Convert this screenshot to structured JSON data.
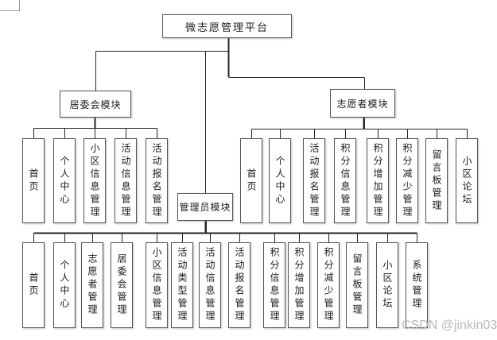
{
  "diagram": {
    "root": {
      "label": "微志愿管理平台"
    },
    "modules": [
      {
        "label": "居委会模块",
        "children": [
          "首页",
          "个人中心",
          "小区信息管理",
          "活动信息管理",
          "活动报名管理"
        ]
      },
      {
        "label": "志愿者模块",
        "children": [
          "首页",
          "个人中心",
          "活动报名管理",
          "积分信息管理",
          "积分增加管理",
          "积分减少管理",
          "留言板管理",
          "小区论坛"
        ]
      },
      {
        "label": "管理员模块",
        "children": [
          "首页",
          "个人中心",
          "志愿者管理",
          "居委会管理",
          "小区信息管理",
          "活动类型管理",
          "活动信息管理",
          "活动报名管理",
          "积分信息管理",
          "积分增加管理",
          "积分减少管理",
          "留言板管理",
          "小区论坛",
          "系统管理"
        ]
      }
    ]
  },
  "watermark": {
    "text": "CSDN @jinkin03"
  },
  "colors": {
    "line": "#262626",
    "box_border": "#555555",
    "box_fill": "#ffffff",
    "watermark": "#b9b9b9",
    "background": "#ffffff"
  }
}
